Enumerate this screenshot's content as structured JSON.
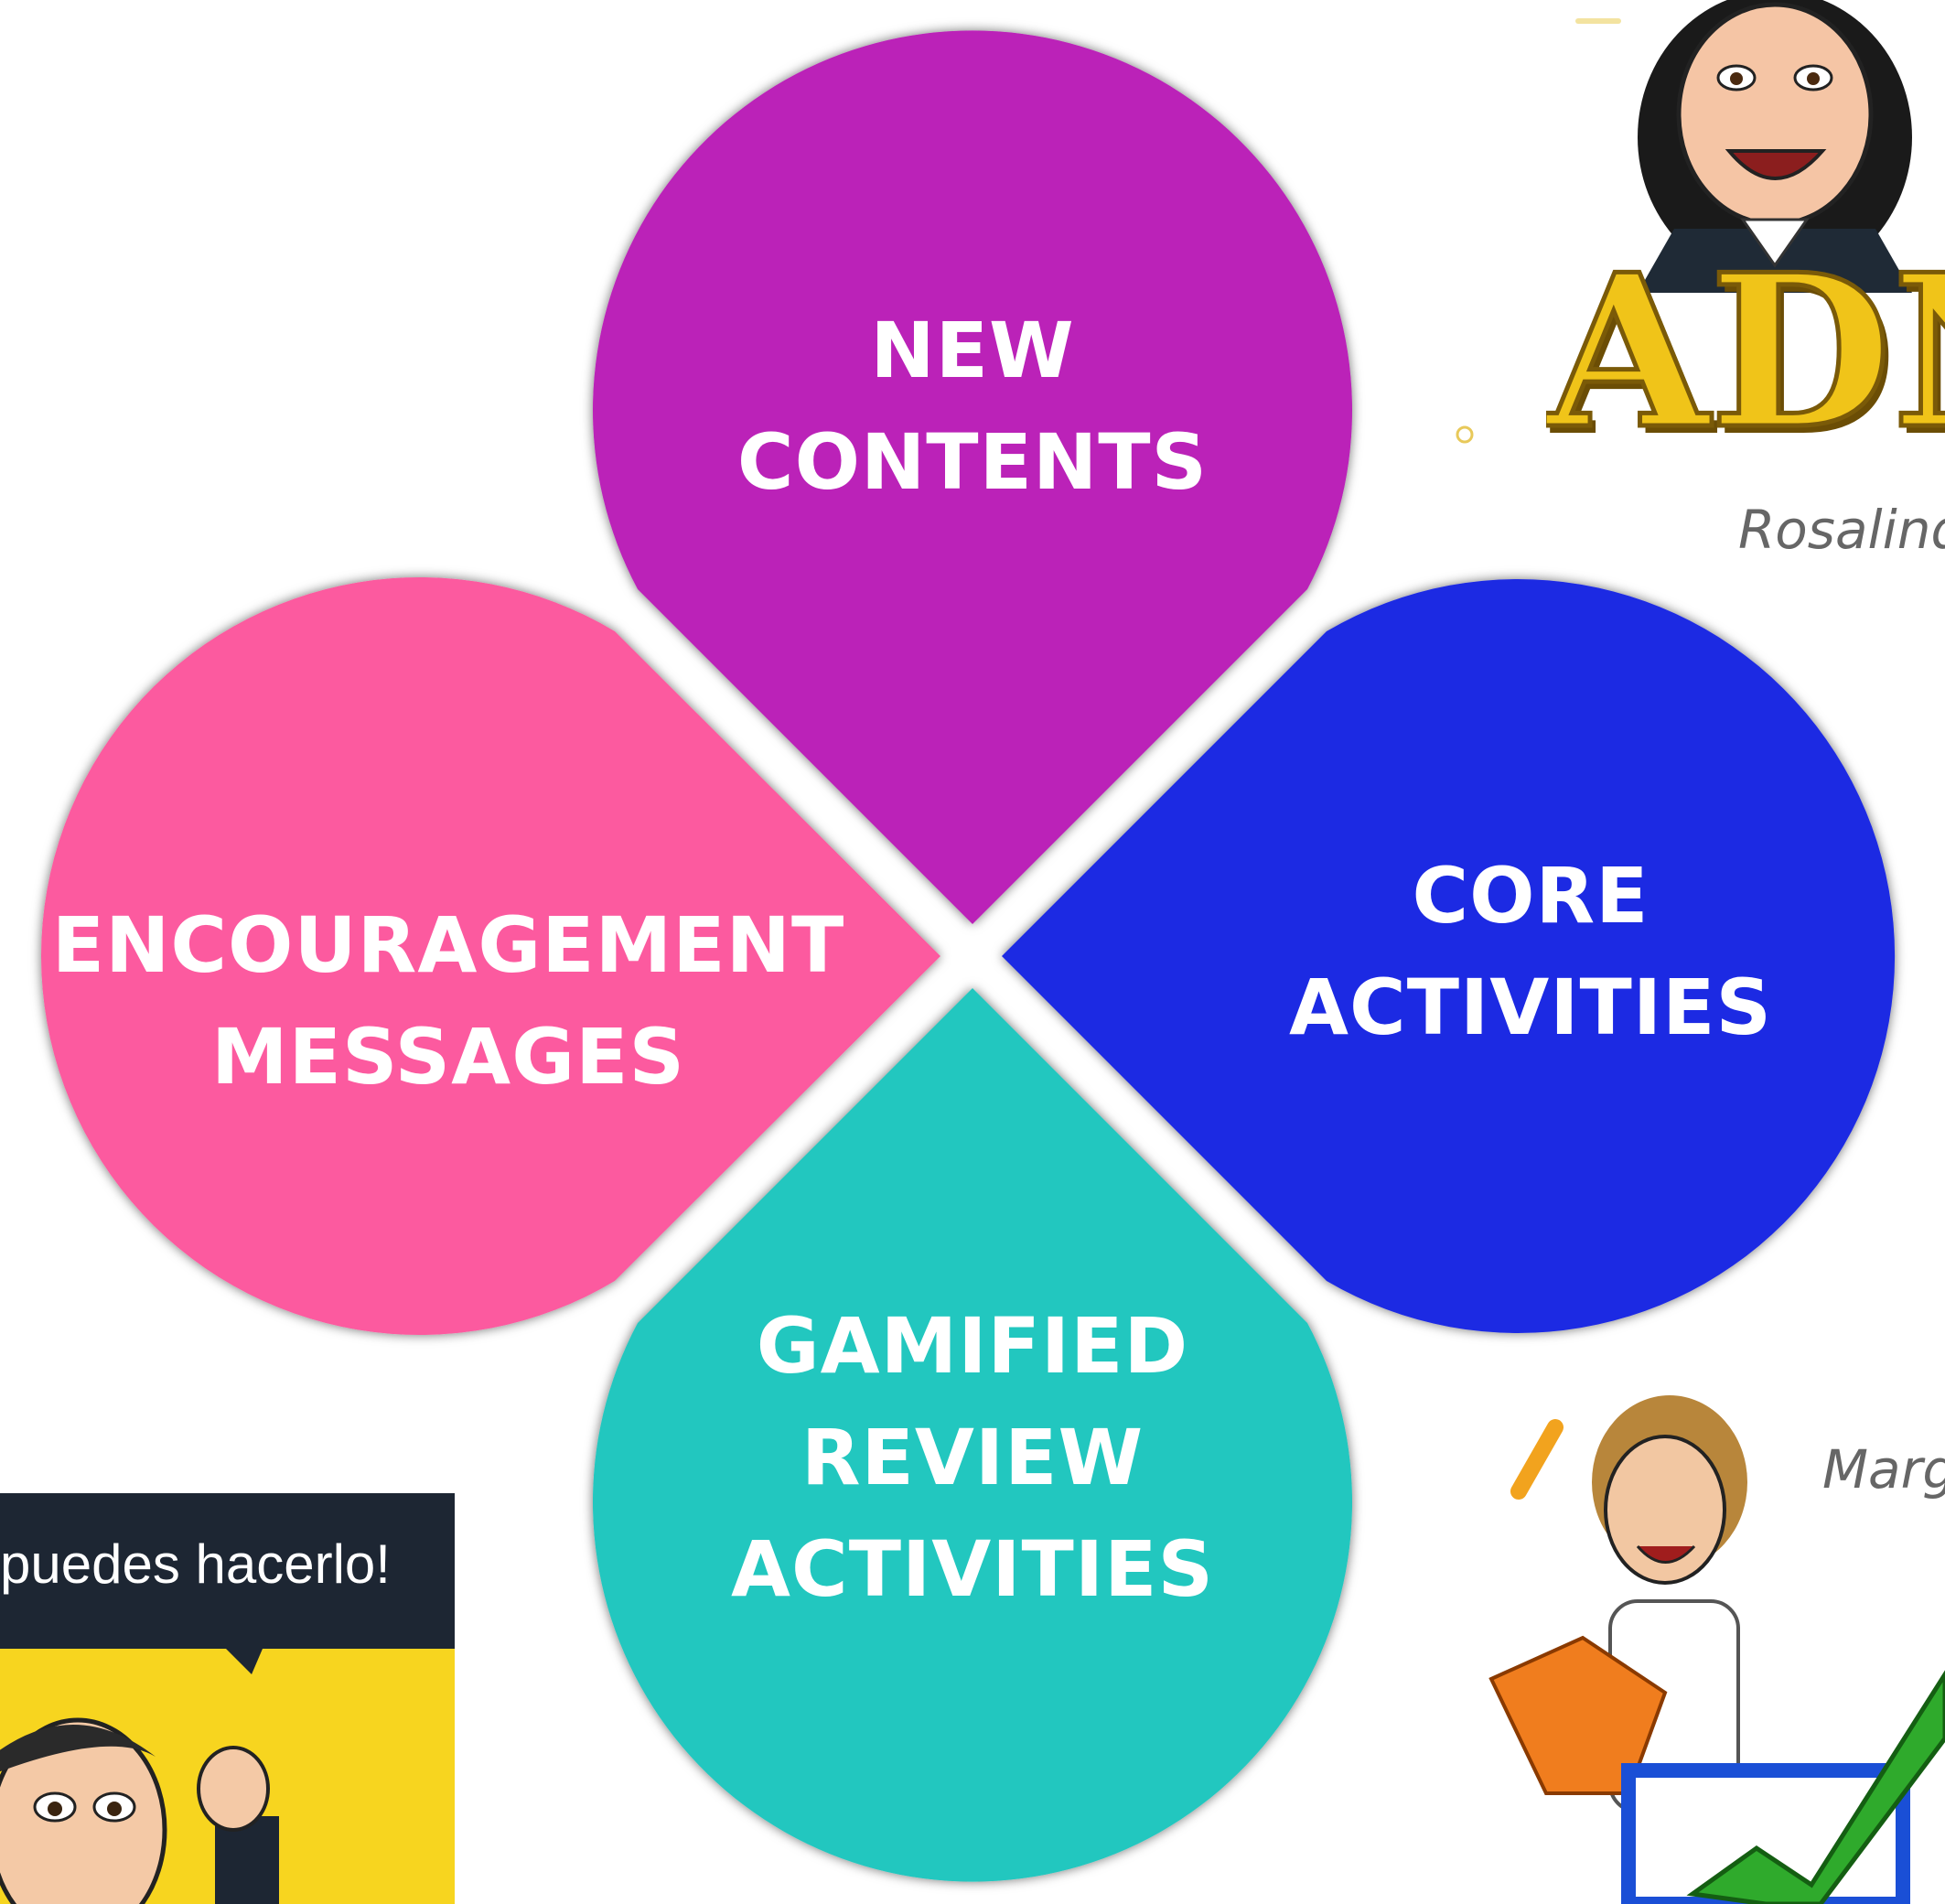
{
  "diagram": {
    "petals": [
      {
        "id": "top",
        "lines": [
          "NEW",
          "CONTENTS"
        ],
        "color": "#bb22b8"
      },
      {
        "id": "right",
        "lines": [
          "CORE",
          "ACTIVITIES"
        ],
        "color": "#1e2ae3"
      },
      {
        "id": "bottom",
        "lines": [
          "GAMIFIED",
          "REVIEW",
          "ACTIVITIES"
        ],
        "color": "#20c7bf"
      },
      {
        "id": "left",
        "lines": [
          "ENCOURAGEMENT",
          "MESSAGES"
        ],
        "color": "#fc5a9f"
      }
    ]
  },
  "decorations": {
    "logo_text": "ADN",
    "caption_top": "Rosalind",
    "caption_bottom": "Marg",
    "speech_bubble": "puedes hacerlo!",
    "check_color": "#2faa2c",
    "box_color": "#1a4fd6"
  }
}
